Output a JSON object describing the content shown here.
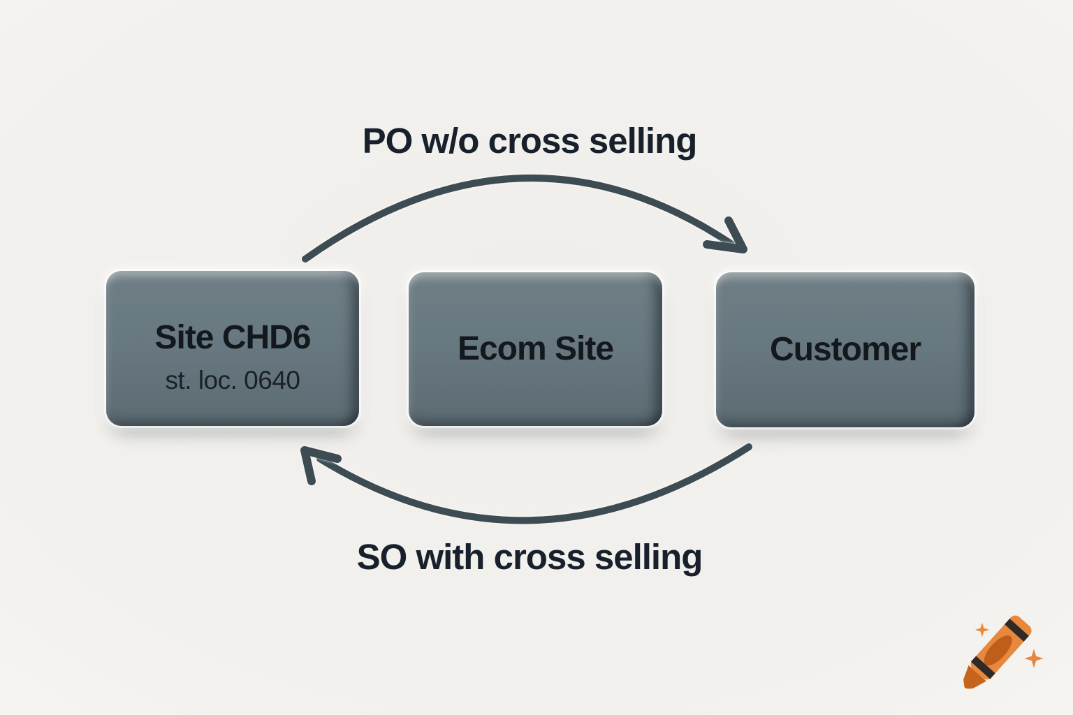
{
  "diagram": {
    "background_color": "#f2f0ec",
    "box_face_color": "#68787f",
    "box_text_color": "#12181c",
    "arrow_color": "#3d4c53",
    "label_text_color": "#18212b",
    "nodes": [
      {
        "id": "site-chd6",
        "title": "Site CHD6",
        "subtitle": "st. loc. 0640"
      },
      {
        "id": "ecom-site",
        "title": "Ecom Site"
      },
      {
        "id": "customer",
        "title": "Customer"
      }
    ],
    "edges": [
      {
        "label": "PO w/o cross selling",
        "from": "Site CHD6",
        "to": "Customer",
        "position": "top"
      },
      {
        "label": "SO with cross selling",
        "from": "Customer",
        "to": "Site CHD6",
        "position": "bottom"
      }
    ],
    "logo": {
      "name": "crayon-logo",
      "body_color": "#e8883c",
      "tip_color": "#c4641d",
      "oval_color": "#bf5e1a",
      "stripe_color": "#2e2a27",
      "sparkle_color": "#e8883c"
    }
  }
}
